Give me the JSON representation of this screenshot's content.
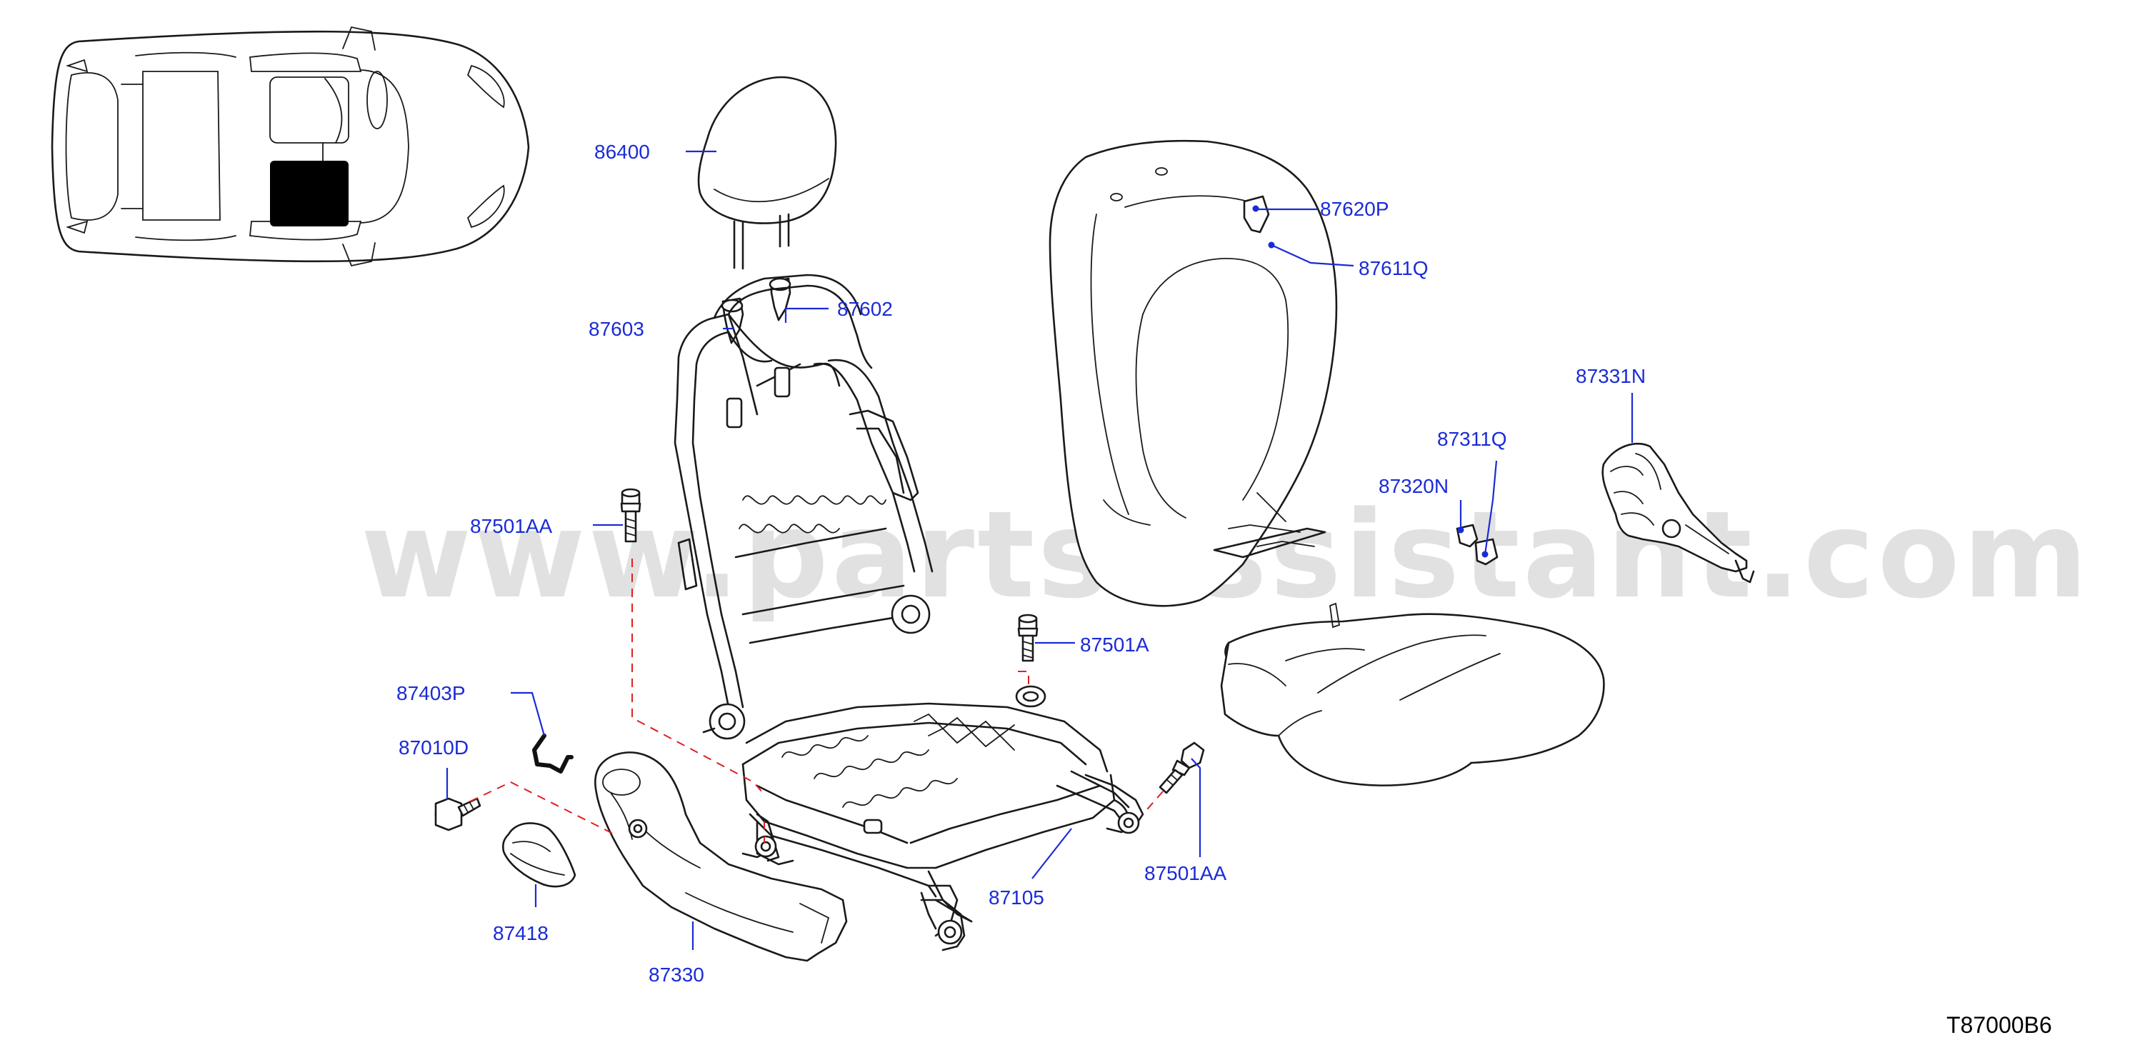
{
  "diagram": {
    "watermark": "www.partsassistant.com",
    "diagram_code": "T87000B6",
    "callouts": [
      {
        "id": "86400",
        "label": "86400"
      },
      {
        "id": "87603",
        "label": "87603"
      },
      {
        "id": "87602",
        "label": "87602"
      },
      {
        "id": "87620P",
        "label": "87620P"
      },
      {
        "id": "87611Q",
        "label": "87611Q"
      },
      {
        "id": "87331N",
        "label": "87331N"
      },
      {
        "id": "87311Q",
        "label": "87311Q"
      },
      {
        "id": "87320N",
        "label": "87320N"
      },
      {
        "id": "87501AA_top",
        "label": "87501AA"
      },
      {
        "id": "87501A",
        "label": "87501A"
      },
      {
        "id": "87403P",
        "label": "87403P"
      },
      {
        "id": "87010D",
        "label": "87010D"
      },
      {
        "id": "87418",
        "label": "87418"
      },
      {
        "id": "87330",
        "label": "87330"
      },
      {
        "id": "87105",
        "label": "87105"
      },
      {
        "id": "87501AA_bottom",
        "label": "87501AA"
      }
    ],
    "colors": {
      "callout_text": "#1a2bd6",
      "leader_line": "#1a2bd6",
      "assembly_dash": "#e02020",
      "part_outline": "#1a1a1a",
      "seat_location_marker": "#000000",
      "watermark": "#9a9a9a"
    }
  }
}
